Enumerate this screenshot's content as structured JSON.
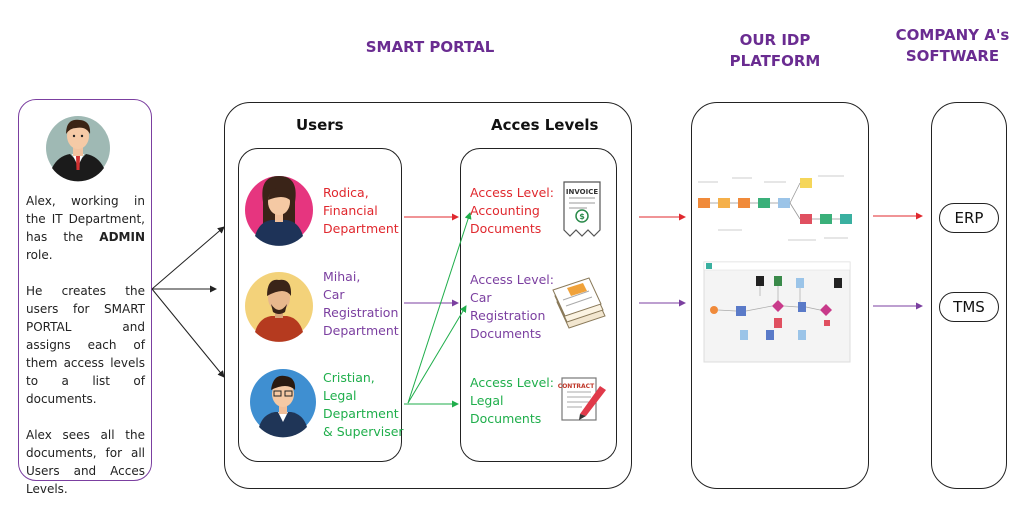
{
  "headings": {
    "smart_portal": "SMART PORTAL",
    "idp_line1": "OUR IDP",
    "idp_line2": "PLATFORM",
    "company_line1": "COMPANY A's",
    "company_line2": "SOFTWARE"
  },
  "admin": {
    "p1_pre": "Alex, working in the IT Department, has the ",
    "p1_bold": "ADMIN",
    "p1_post": " role.",
    "p2": "He creates the users for SMART PORTAL and assigns each of them access levels to a list of documents.",
    "p3": "Alex sees all the documents, for all Users and Acces Levels."
  },
  "users_title": "Users",
  "access_title": "Acces Levels",
  "users": [
    {
      "line1": "Rodica,",
      "line2": "Financial",
      "line3": "Department",
      "line4": "",
      "color": "#e0282e"
    },
    {
      "line1": "Mihai,",
      "line2": "Car",
      "line3": "Registration",
      "line4": "Department",
      "color": "#7b3fa0"
    },
    {
      "line1": "Cristian,",
      "line2": "Legal",
      "line3": "Department",
      "line4": "& Superviser",
      "color": "#1fae4b"
    }
  ],
  "access_levels": [
    {
      "line1": "Access Level:",
      "line2": "Accounting",
      "line3": "Documents",
      "line4": "",
      "color": "#e0282e",
      "doc_label": "INVOICE"
    },
    {
      "line1": "Access Level:",
      "line2": "Car",
      "line3": "Registration",
      "line4": "Documents",
      "color": "#7b3fa0",
      "doc_label": ""
    },
    {
      "line1": "Access Level:",
      "line2": "Legal",
      "line3": "Documents",
      "line4": "",
      "color": "#1fae4b",
      "doc_label": "CONTRACT"
    }
  ],
  "software": {
    "erp": "ERP",
    "tms": "TMS"
  },
  "colors": {
    "brand_purple": "#6a2c91",
    "red": "#e0282e",
    "purple": "#7b3fa0",
    "green": "#1fae4b"
  }
}
